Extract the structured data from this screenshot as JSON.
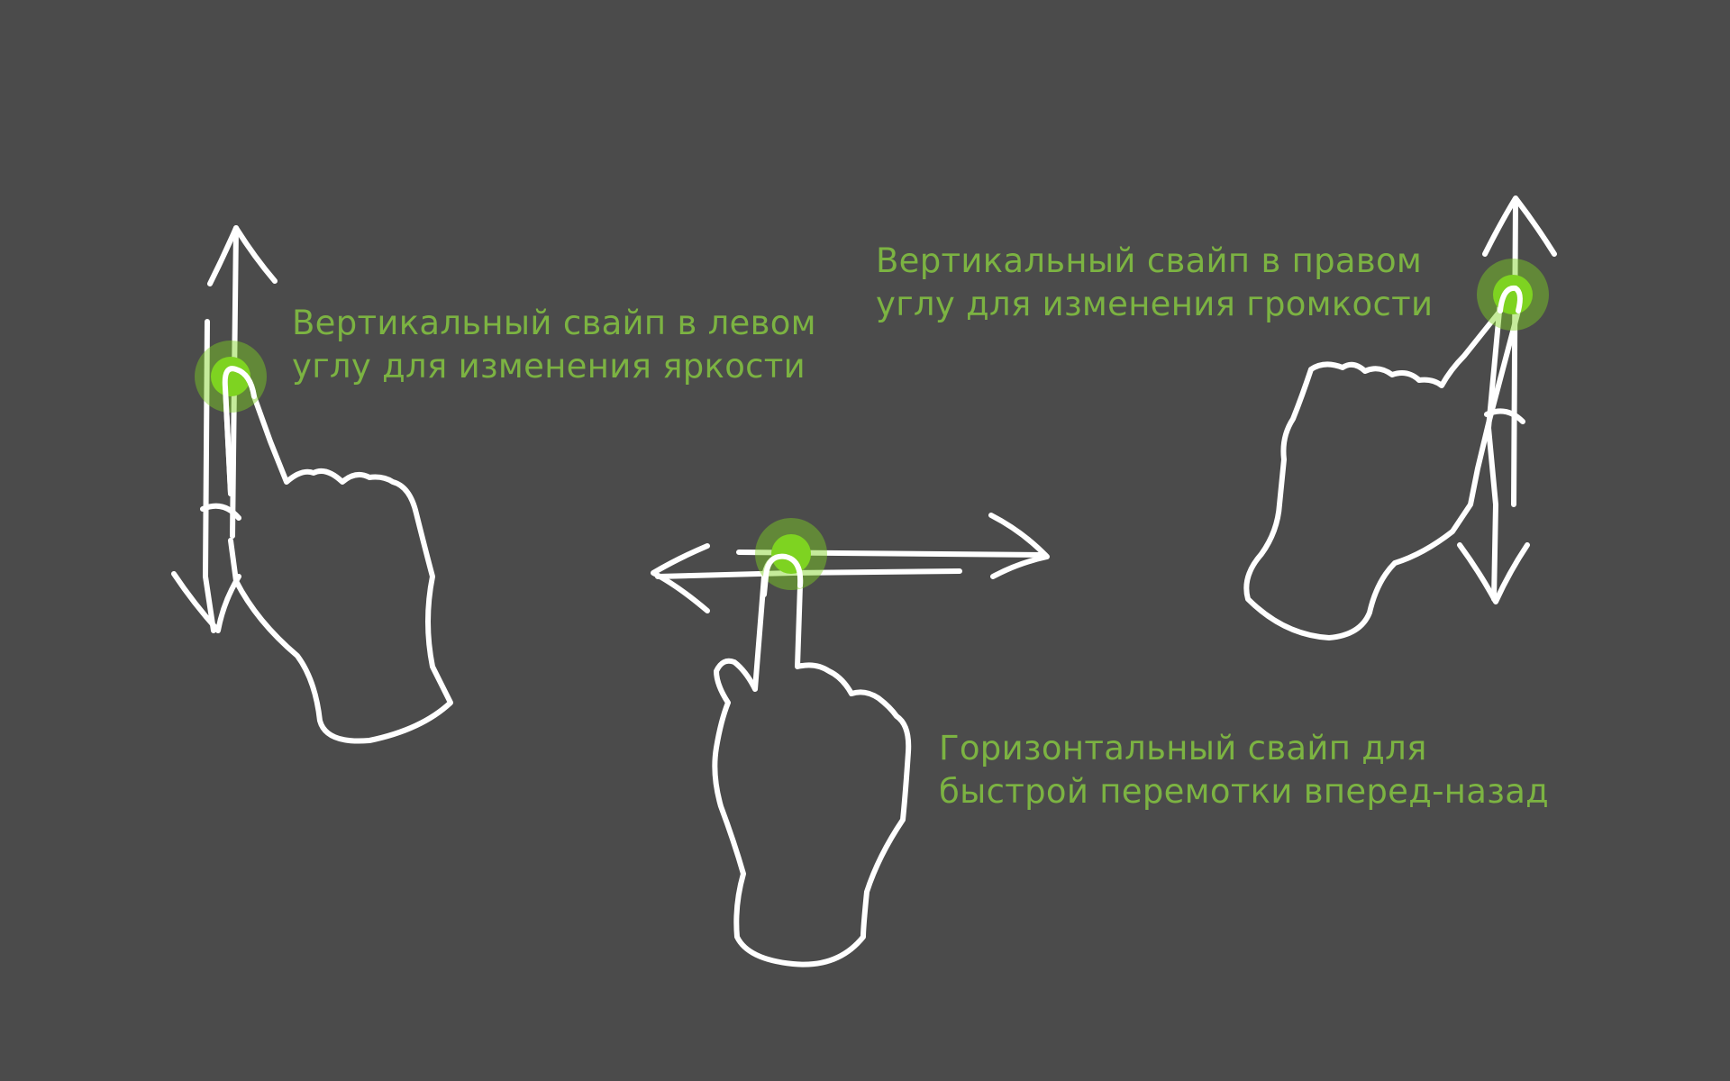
{
  "captions": {
    "left": {
      "line1": "Вертикальный свайп в левом",
      "line2": "углу для изменения яркости"
    },
    "right": {
      "line1": "Вертикальный свайп в правом",
      "line2": "углу для изменения громкости"
    },
    "center": {
      "line1": "Горизонтальный свайп для",
      "line2": "быстрой перемотки вперед-назад"
    }
  },
  "colors": {
    "background": "#4b4b4b",
    "accent": "#7cb342",
    "touch_point": "#7ed321",
    "stroke": "#ffffff"
  },
  "icons": {
    "left": "hand-pointing-up-icon",
    "center": "hand-pointing-up-icon",
    "right": "hand-pointing-up-icon",
    "arrows_left": "vertical-double-arrow-icon",
    "arrows_center": "horizontal-double-arrow-icon",
    "arrows_right": "vertical-double-arrow-icon"
  }
}
